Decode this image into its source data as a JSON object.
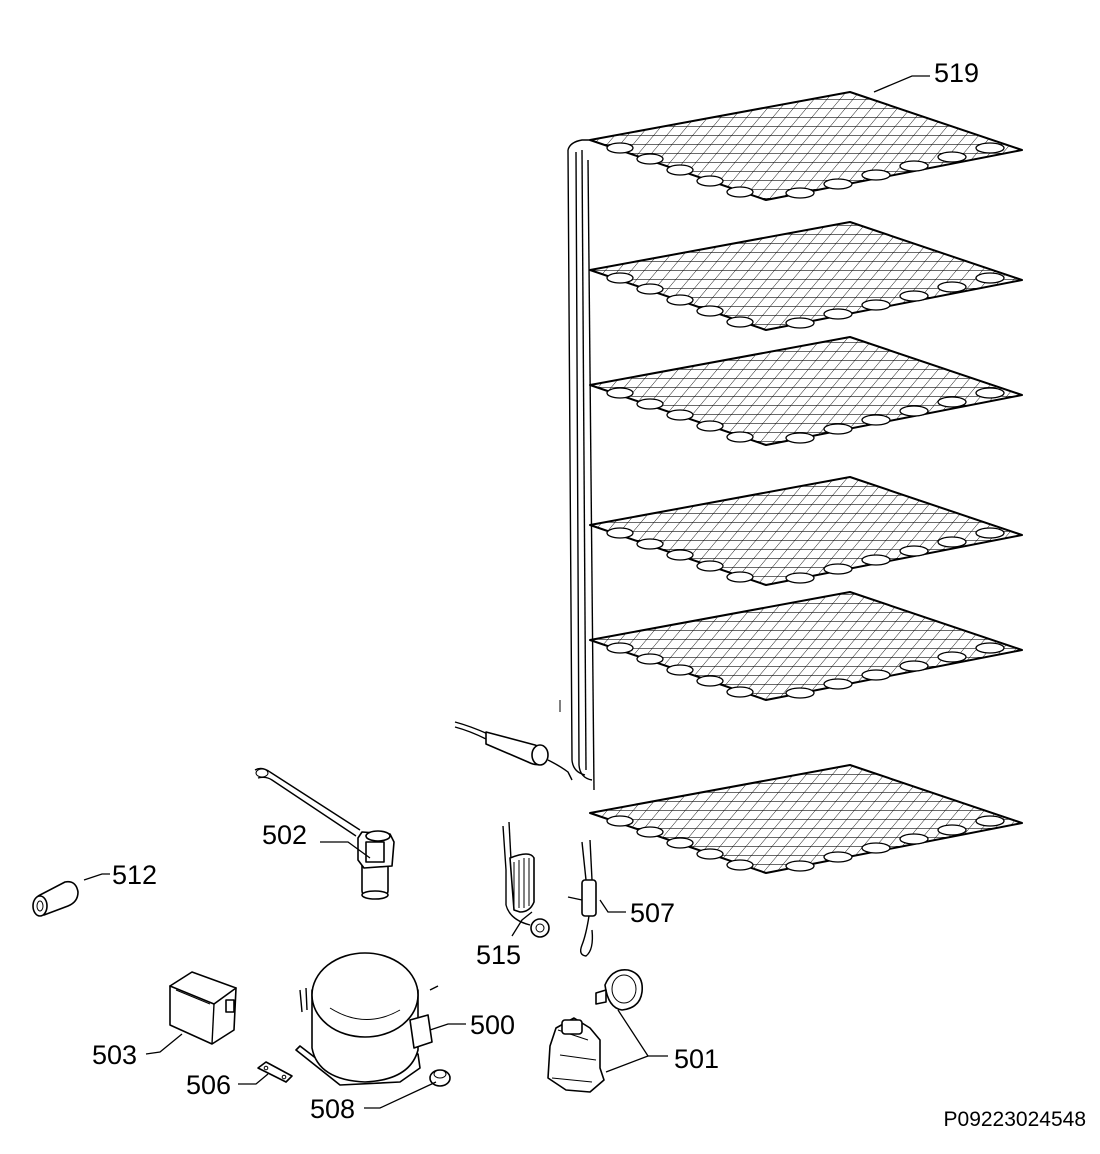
{
  "diagram": {
    "reference_code": "P09223024548",
    "callouts": [
      {
        "id": "519",
        "text": "519"
      },
      {
        "id": "502",
        "text": "502"
      },
      {
        "id": "512",
        "text": "512"
      },
      {
        "id": "515",
        "text": "515"
      },
      {
        "id": "507",
        "text": "507"
      },
      {
        "id": "500",
        "text": "500"
      },
      {
        "id": "503",
        "text": "503"
      },
      {
        "id": "501",
        "text": "501"
      },
      {
        "id": "506",
        "text": "506"
      },
      {
        "id": "508",
        "text": "508"
      }
    ],
    "parts": [
      {
        "name": "evaporator-shelf-grid",
        "count": 6
      },
      {
        "name": "start-relay-capacitor"
      },
      {
        "name": "grommet"
      },
      {
        "name": "heater-element"
      },
      {
        "name": "thermostat-sensor"
      },
      {
        "name": "compressor"
      },
      {
        "name": "relay-cover-box"
      },
      {
        "name": "overload-protector-and-relay"
      },
      {
        "name": "mounting-clip"
      },
      {
        "name": "rubber-foot"
      },
      {
        "name": "drier-filter"
      }
    ]
  }
}
